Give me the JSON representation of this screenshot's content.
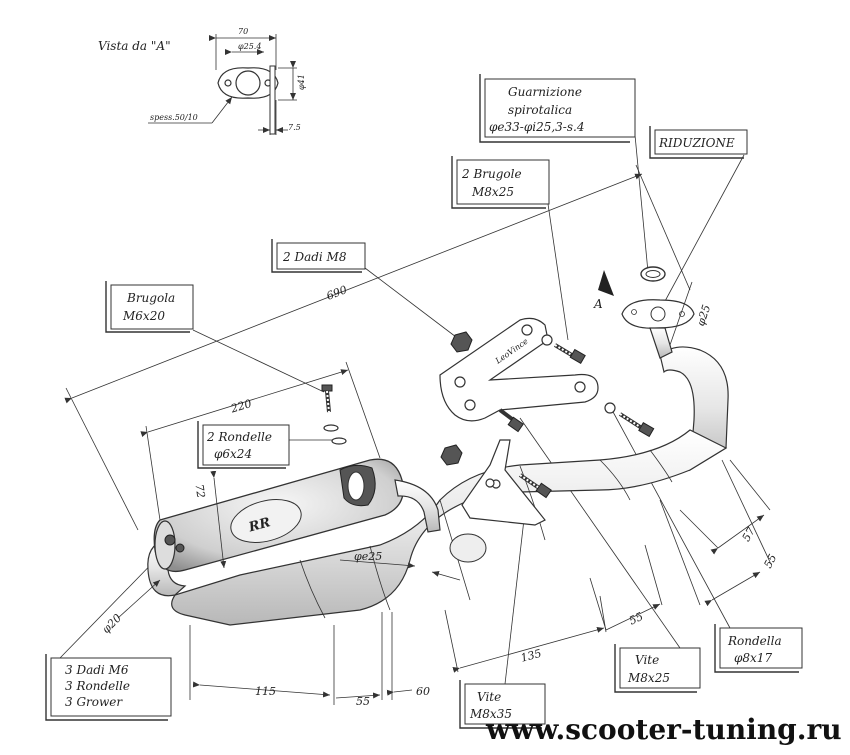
{
  "view_a": {
    "title": "Vista da \"A\"",
    "dim_width": "70",
    "dim_bore": "φ25.4",
    "dim_height": "φ41",
    "dim_thickness": "7.5",
    "note_thickness": "spess.50/10"
  },
  "labels": {
    "gasket": [
      "Guarnizione",
      "spirotalica",
      "φe33-φi25,3-s.4"
    ],
    "reduction": "RIDUZIONE",
    "hex_bolts_m8": [
      "2 Brugole",
      "M8x25"
    ],
    "nuts_m8": "2 Dadi M8",
    "hex_bolt_m6": [
      "Brugola",
      "M6x20"
    ],
    "washers_6x24": [
      "2 Rondelle",
      "φ6x24"
    ],
    "nuts_m6_group": [
      "3 Dadi M6",
      "3 Rondelle",
      "3 Grower"
    ],
    "screw_m8x35": [
      "Vite",
      "M8x35"
    ],
    "screw_m8x25": [
      "Vite",
      "M8x25"
    ],
    "washer_8x17": [
      "Rondella",
      "φ8x17"
    ],
    "view_marker": "A"
  },
  "dimensions": {
    "overall_length": "690",
    "silencer_length": "220",
    "silencer_diameter": "72",
    "inlet_diameter": "φ25",
    "outlet_diameter": "φ20",
    "link_diameter": "φe25",
    "seg_115": "115",
    "seg_55a": "55",
    "seg_60": "60",
    "seg_135": "135",
    "seg_55b": "55",
    "seg_55c": "55",
    "seg_57": "57"
  },
  "footer": {
    "website": "www.scooter-tuning.ru"
  }
}
